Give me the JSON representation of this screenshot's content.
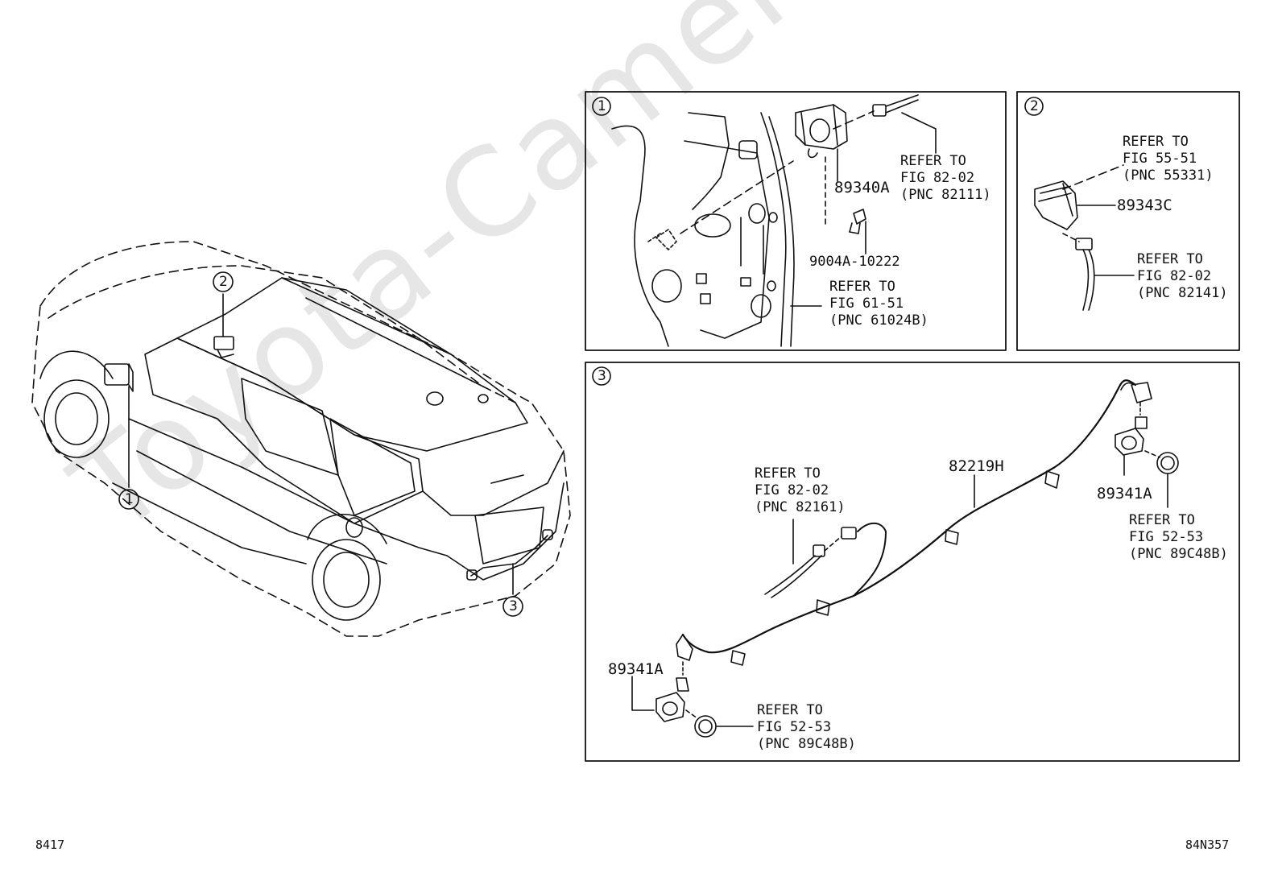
{
  "watermark": "Toyota-Camera.ru",
  "footer": {
    "left_code": "8417",
    "right_code": "84N357"
  },
  "callouts": {
    "c1": "1",
    "c2": "2",
    "c3": "3"
  },
  "panel1": {
    "tag": "1",
    "part_89340A": "89340A",
    "part_9004A": "9004A-10222",
    "ref_82111": {
      "l1": "REFER TO",
      "l2": "FIG 82-02",
      "l3": "(PNC 82111)"
    },
    "ref_61024B": {
      "l1": "REFER TO",
      "l2": "FIG 61-51",
      "l3": "(PNC 61024B)"
    }
  },
  "panel2": {
    "tag": "2",
    "part_89343C": "89343C",
    "ref_55331": {
      "l1": "REFER TO",
      "l2": "FIG 55-51",
      "l3": "(PNC 55331)"
    },
    "ref_82141": {
      "l1": "REFER TO",
      "l2": "FIG 82-02",
      "l3": "(PNC 82141)"
    }
  },
  "panel3": {
    "tag": "3",
    "part_82219H": "82219H",
    "part_89341A_right": "89341A",
    "part_89341A_left": "89341A",
    "ref_82161": {
      "l1": "REFER TO",
      "l2": "FIG 82-02",
      "l3": "(PNC 82161)"
    },
    "ref_89C48B_right": {
      "l1": "REFER TO",
      "l2": "FIG 52-53",
      "l3": "(PNC 89C48B)"
    },
    "ref_89C48B_left": {
      "l1": "REFER TO",
      "l2": "FIG 52-53",
      "l3": "(PNC 89C48B)"
    }
  }
}
